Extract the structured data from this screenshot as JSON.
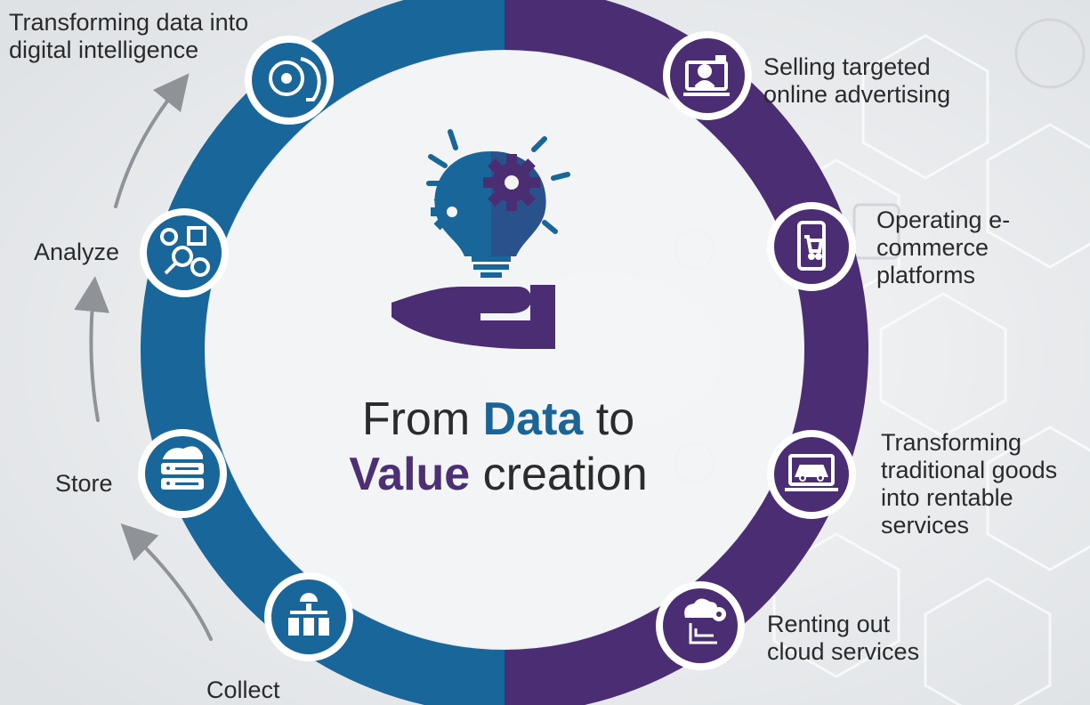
{
  "colors": {
    "ring_left": "#18669a",
    "ring_right": "#4a2d72",
    "arrow": "#8f9296",
    "text": "#2a2a2a"
  },
  "center": {
    "line1_prefix": "From ",
    "line1_highlight": "Data",
    "line1_suffix": " to",
    "line2_highlight": "Value",
    "line2_suffix": " creation"
  },
  "left_steps": [
    {
      "label": "Collect",
      "icon": "server-network-icon"
    },
    {
      "label": "Store",
      "icon": "database-storage-icon"
    },
    {
      "label": "Analyze",
      "icon": "analytics-icon"
    },
    {
      "label": "Transforming data into digital intelligence",
      "icon": "brain-circuit-icon"
    }
  ],
  "right_items": [
    {
      "label": "Selling targeted online advertising",
      "icon": "online-ad-icon"
    },
    {
      "label": "Operating e-commerce platforms",
      "icon": "mobile-cart-icon"
    },
    {
      "label": "Transforming traditional goods into rentable services",
      "icon": "car-laptop-icon"
    },
    {
      "label": "Renting out cloud services",
      "icon": "cloud-gear-icon"
    }
  ]
}
